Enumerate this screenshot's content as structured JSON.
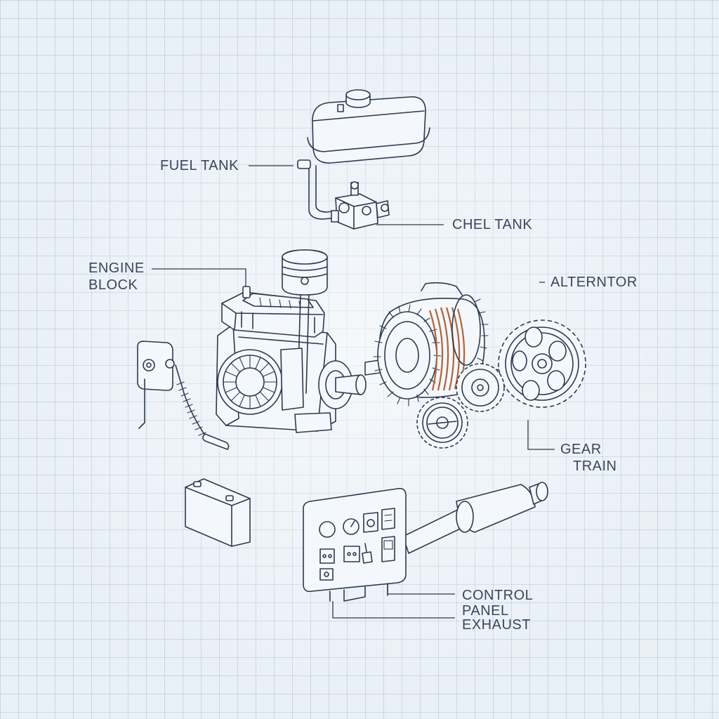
{
  "labels": {
    "fuel_tank": "FUEL TANK",
    "chel_tank": "CHEL TANK",
    "engine_block_line1": "ENGINE",
    "engine_block_line2": "BLOCK",
    "alterntor": "ALTERNTOR",
    "gear_line1": "GEAR",
    "gear_line2": "TRAIN",
    "control_line1": "CONTROL",
    "control_line2": "PANEL",
    "exhaust": "EXHAUST"
  },
  "colors": {
    "background": "#e9f0f6",
    "grid": "#7896b9",
    "line": "#2c3a4e",
    "copper_windings": "#b0643a"
  }
}
